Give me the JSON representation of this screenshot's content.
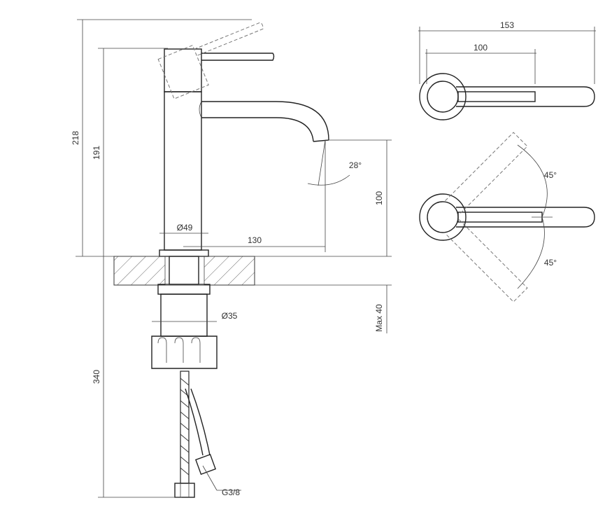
{
  "dimensions": {
    "height_total": "218",
    "height_body": "191",
    "body_diameter": "Ø49",
    "reach": "130",
    "spout_angle": "28°",
    "spout_height": "100",
    "deck_thickness": "Max 40",
    "thread_diameter": "Ø35",
    "hose_length": "340",
    "connection": "G3/8",
    "top_view_overall": "153",
    "top_view_handle": "100",
    "swing_up": "45°",
    "swing_down": "45°"
  },
  "colors": {
    "line": "#222222",
    "dimension": "#444444",
    "hidden": "#777777"
  }
}
